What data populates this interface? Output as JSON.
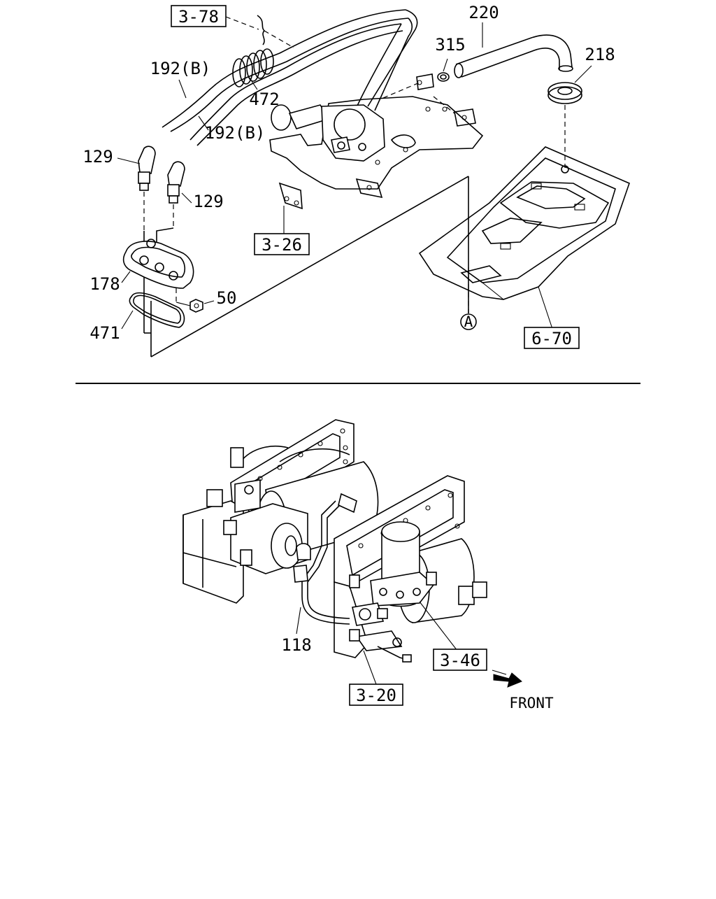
{
  "upper_view": {
    "part_labels": {
      "p220": "220",
      "p315": "315",
      "p218": "218",
      "p192b_top": "192(B)",
      "p192b_bottom": "192(B)",
      "p472": "472",
      "p129_left": "129",
      "p129_right": "129",
      "p178": "178",
      "p50": "50",
      "p471": "471"
    },
    "reference_boxes": {
      "ref_3_78": "3-78",
      "ref_3_26": "3-26",
      "ref_6_70": "6-70"
    },
    "circle_marker": "A"
  },
  "lower_view": {
    "part_labels": {
      "p118": "118"
    },
    "reference_boxes": {
      "ref_3_46": "3-46",
      "ref_3_20": "3-20"
    },
    "direction_label": "FRONT"
  }
}
